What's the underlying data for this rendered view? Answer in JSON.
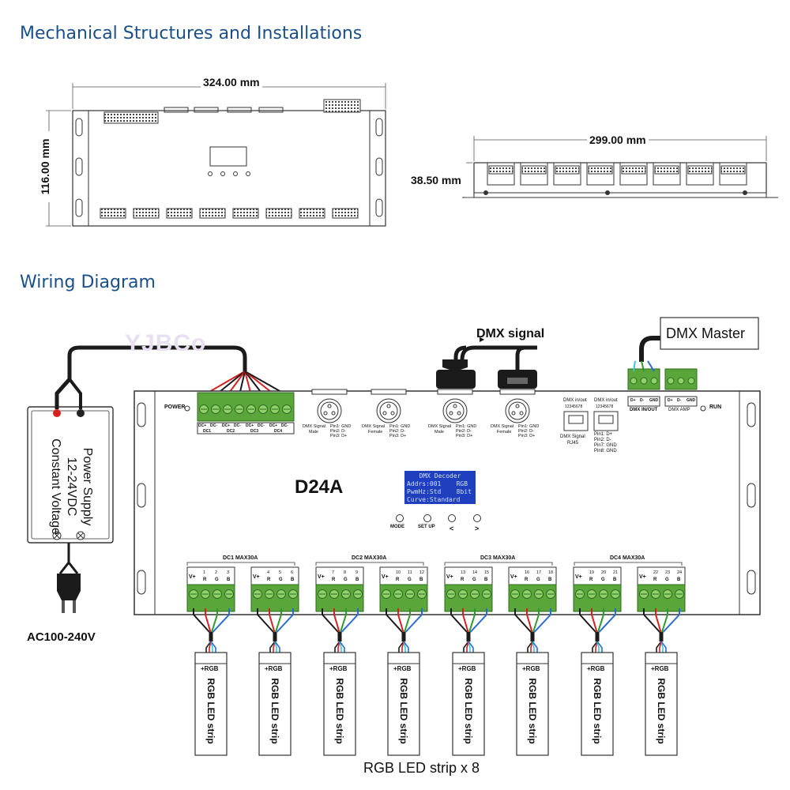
{
  "sections": {
    "mechanical_title": "Mechanical Structures and Installations",
    "wiring_title": "Wiring Diagram"
  },
  "dimensions": {
    "top_width": "324.00 mm",
    "top_height": "116.00 mm",
    "side_width": "299.00 mm",
    "side_height": "38.50 mm"
  },
  "watermark": "YJBCo",
  "dmx_signal": "DMX signal",
  "dmx_master": "DMX Master",
  "power_supply": {
    "line1": "Power Supply",
    "line2": "12-24VDC",
    "line3": "Constant Voltage",
    "ac_label": "AC100-240V"
  },
  "device": {
    "model": "D24A",
    "power_label": "POWER",
    "run_label": "RUN",
    "dc_terminals": [
      "DC+",
      "DC-",
      "DC+",
      "DC-",
      "DC+",
      "DC-",
      "DC+",
      "DC-"
    ],
    "dc_groups": [
      "DC1",
      "DC2",
      "DC3",
      "DC4"
    ],
    "xlr_connectors": [
      {
        "title": "DMX Signal",
        "sub": "Male",
        "pins": "Pin1: GND\nPin2: D-\nPin3: D+"
      },
      {
        "title": "DMX Signal",
        "sub": "Female",
        "pins": "Pin1: GND\nPin2: D-\nPin3: D+"
      },
      {
        "title": "DMX Signal",
        "sub": "Male",
        "pins": "Pin1: GND\nPin2: D-\nPin3: D+"
      },
      {
        "title": "DMX Signal",
        "sub": "Female",
        "pins": "Pin1: GND\nPin2: D-\nPin3: D+"
      }
    ],
    "rj45_in": "DMX in/out",
    "rj45_pins": "12345678",
    "rj45_title": "DMX Signal",
    "rj45_sub": "RJ45",
    "rj45_pinout": "Pin1: D+\nPin2: D-\nPin7: GND\nPin8: GND",
    "dmx_inout_terms": [
      "D+",
      "D-",
      "GND"
    ],
    "dmx_inout_label": "DMX IN/OUT",
    "dmx_amp_terms": [
      "D+",
      "D-",
      "GND"
    ],
    "dmx_amp_label": "DMX AMP",
    "oled_lines": [
      "DMX Decoder",
      "Addrs:001    RGB",
      "PwmHz:Std    8bit",
      "Curve:Standard"
    ],
    "buttons": [
      "MODE",
      "SET UP",
      "<",
      ">"
    ],
    "output_groups": [
      "DC1  MAX30A",
      "DC2  MAX30A",
      "DC3  MAX30A",
      "DC4  MAX30A"
    ],
    "outputs": [
      {
        "nums": [
          "1",
          "2",
          "3"
        ]
      },
      {
        "nums": [
          "4",
          "5",
          "6"
        ]
      },
      {
        "nums": [
          "7",
          "8",
          "9"
        ]
      },
      {
        "nums": [
          "10",
          "11",
          "12"
        ]
      },
      {
        "nums": [
          "13",
          "14",
          "15"
        ]
      },
      {
        "nums": [
          "16",
          "17",
          "18"
        ]
      },
      {
        "nums": [
          "19",
          "20",
          "21"
        ]
      },
      {
        "nums": [
          "22",
          "23",
          "24"
        ]
      }
    ],
    "output_letters": [
      "V+",
      "R",
      "G",
      "B"
    ]
  },
  "strip": {
    "label": "RGB LED strip",
    "polarity": "+RGB",
    "count_label": "RGB LED strip x 8"
  },
  "colors": {
    "title": "#1a4f8a",
    "terminal_green": "#5aa63a",
    "terminal_dark": "#2f6b1f",
    "oled_bg": "#1f3fbf",
    "wire_red": "#d62020",
    "wire_green": "#2a9a2a",
    "wire_blue": "#2a6ad6",
    "wire_cyan": "#3cc6d6"
  }
}
